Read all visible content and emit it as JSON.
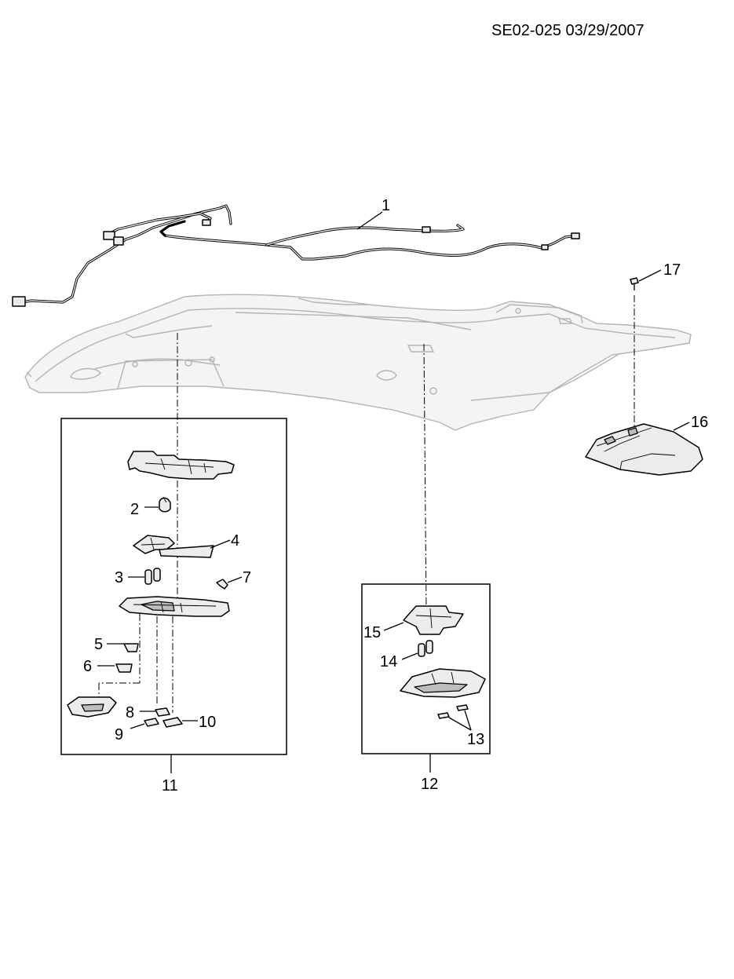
{
  "header": {
    "code": "SE02-025  03/29/2007"
  },
  "callouts": {
    "c1": "1",
    "c2": "2",
    "c3": "3",
    "c4": "4",
    "c5": "5",
    "c6": "6",
    "c7": "7",
    "c8": "8",
    "c9": "9",
    "c10": "10",
    "c11": "11",
    "c12": "12",
    "c13": "13",
    "c14": "14",
    "c15": "15",
    "c16": "16",
    "c17": "17"
  }
}
